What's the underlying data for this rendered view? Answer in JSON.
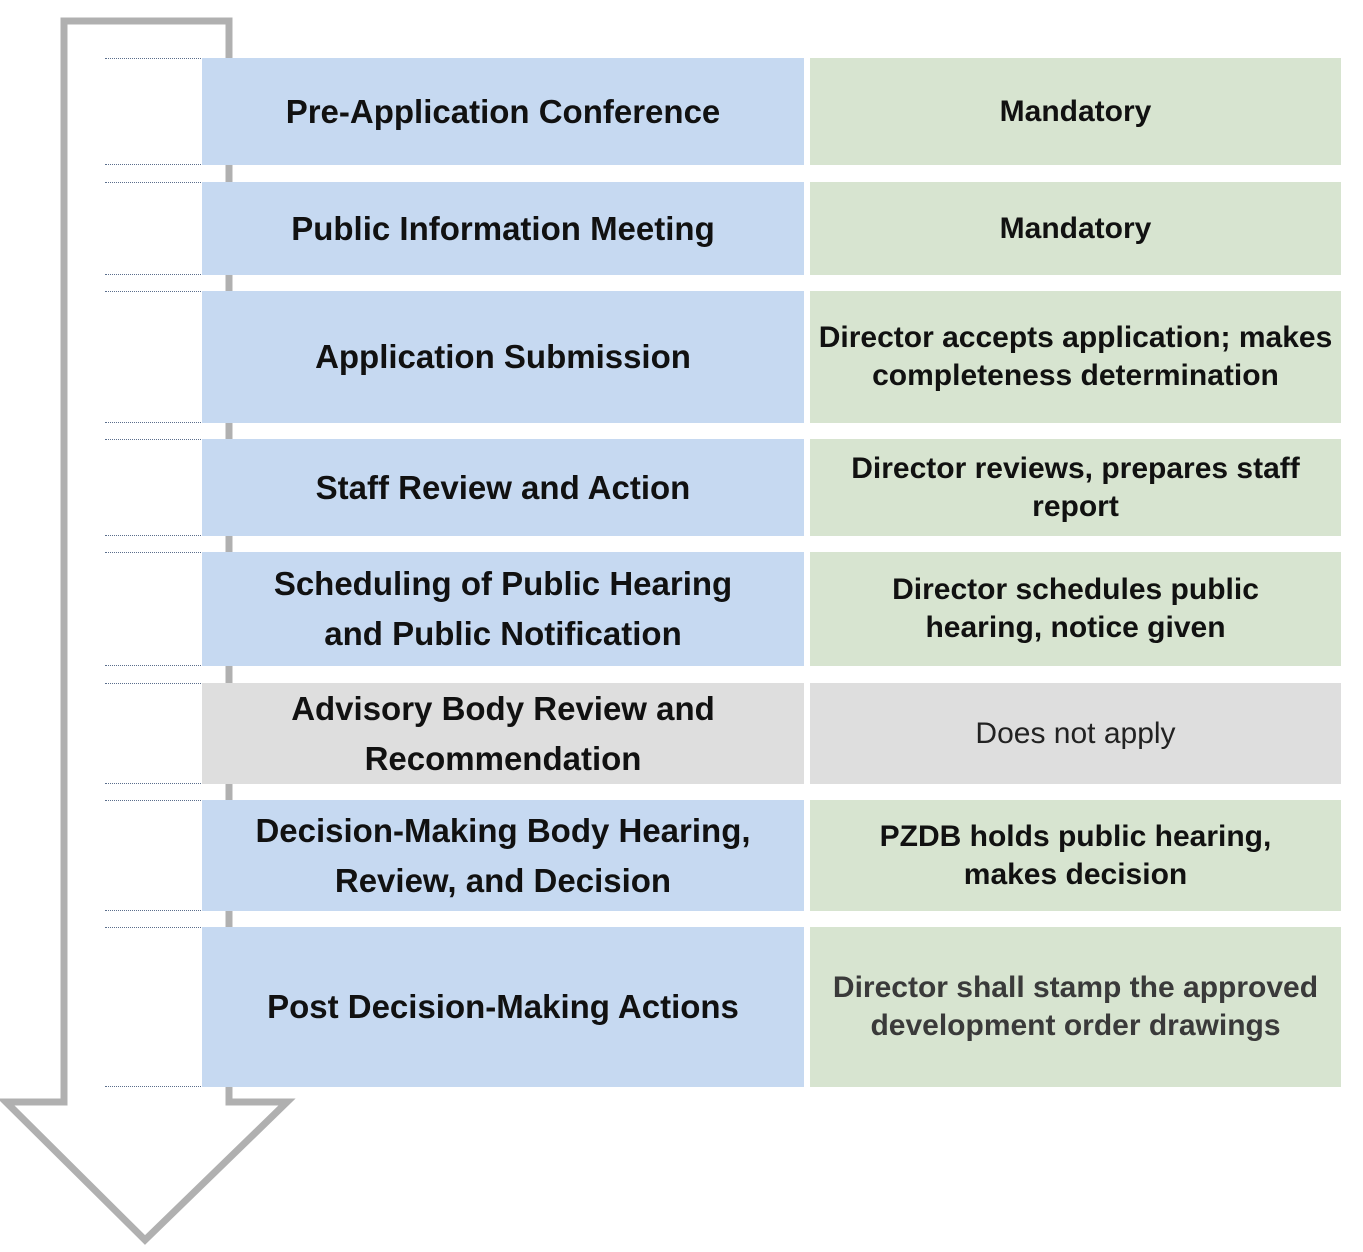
{
  "colors": {
    "step_fill": "#c6d9f1",
    "desc_fill": "#d7e4d0",
    "inactive_fill": "#dedede",
    "arrow_stroke": "#b0b0b0"
  },
  "process_arrow": {
    "icon": "down-arrow-icon"
  },
  "steps": [
    {
      "label": "Pre-Application Conference",
      "description": "Mandatory",
      "status": "active"
    },
    {
      "label": "Public Information Meeting",
      "description": "Mandatory",
      "status": "active"
    },
    {
      "label": "Application Submission",
      "description": "Director accepts application; makes completeness determination",
      "status": "active"
    },
    {
      "label": "Staff Review and Action",
      "description": "Director reviews, prepares staff report",
      "status": "active"
    },
    {
      "label": "Scheduling of Public Hearing and Public Notification",
      "description": "Director schedules public hearing, notice given",
      "status": "active"
    },
    {
      "label": "Advisory Body Review and Recommendation",
      "description": "Does not apply",
      "status": "inactive"
    },
    {
      "label": "Decision-Making Body Hearing, Review, and Decision",
      "description": "PZDB holds public hearing, makes decision",
      "status": "active"
    },
    {
      "label": "Post Decision-Making Actions",
      "description": "Director shall stamp the approved development order drawings",
      "status": "active"
    }
  ]
}
